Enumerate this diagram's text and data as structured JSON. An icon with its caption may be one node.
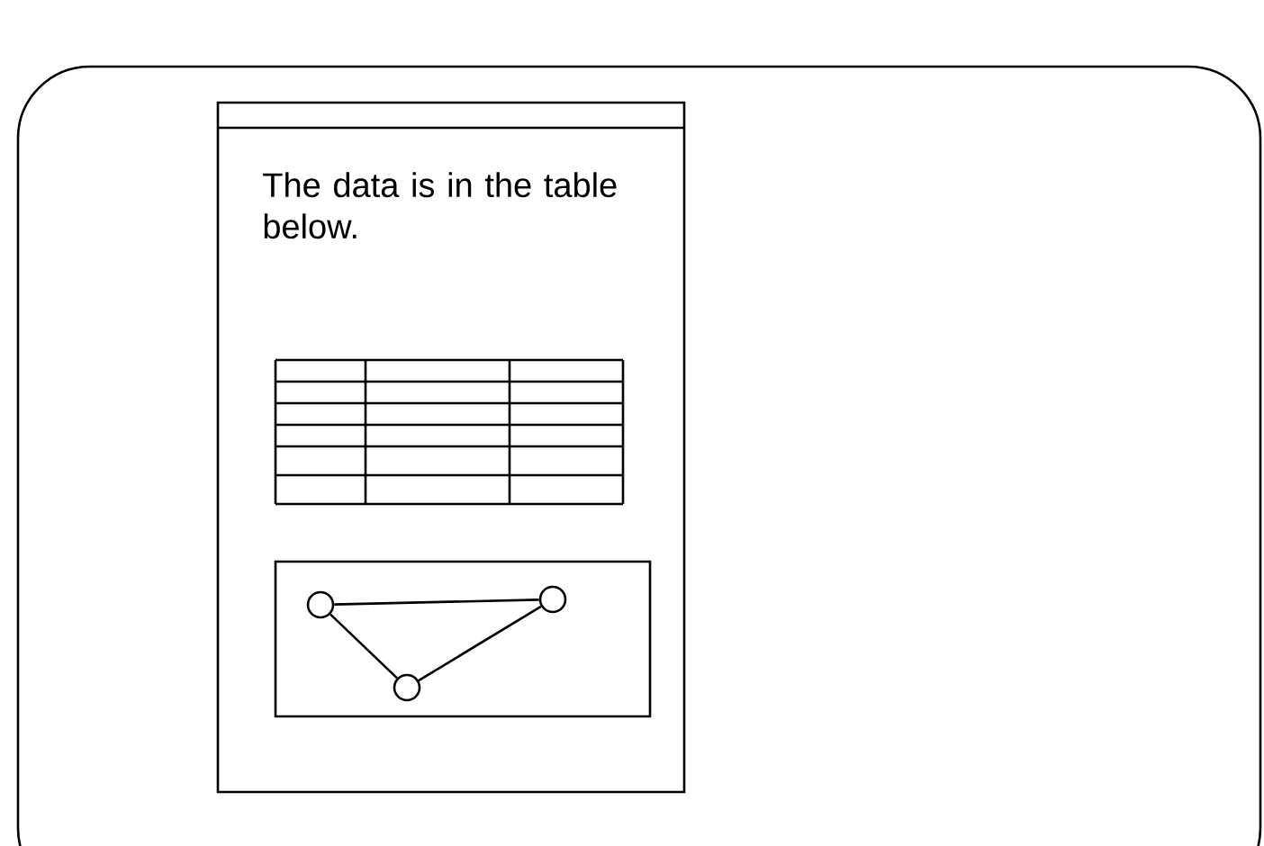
{
  "diagram": {
    "nodes": [
      {
        "text": [
          "The data is in the table below."
        ]
      },
      {
        "text": [],
        "shape": "box",
        "in": 0
      },
      {
        "text": [],
        "shape": "circle",
        "in": 1
      },
      {
        "text": [],
        "shape": "circle",
        "in": 1
      },
      {
        "text": [],
        "shape": "circle",
        "in": 1
      }
    ],
    "edges": [
      {
        "from": 2,
        "to": 3,
        "arrow": "none"
      },
      {
        "from": 2,
        "to": 4,
        "arrow": "none"
      },
      {
        "from": 4,
        "to": 3,
        "arrow": "none"
      }
    ]
  }
}
